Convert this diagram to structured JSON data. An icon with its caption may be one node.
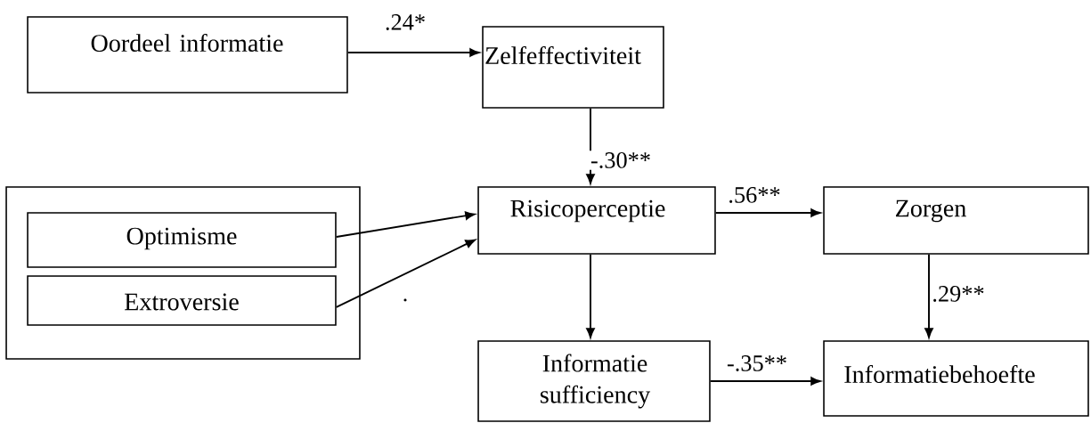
{
  "diagram": {
    "nodes": [
      {
        "text": [
          "Oordeel informatie"
        ]
      },
      {
        "text": [
          "Zelfeffectiviteit"
        ]
      },
      {
        "text": [],
        "shape": "box"
      },
      {
        "text": [
          "Optimisme"
        ],
        "in": 2
      },
      {
        "text": [
          "Extroversie"
        ],
        "in": 2
      },
      {
        "text": [
          "Risicoperceptie"
        ]
      },
      {
        "text": [
          "Zorgen"
        ]
      },
      {
        "text": [
          "Informatie sufficiency"
        ]
      },
      {
        "text": [
          "Informatiebehoefte"
        ]
      }
    ],
    "edges": [
      {
        "from": 0,
        "to": 1,
        "arrow": "to",
        "label": ".24*"
      },
      {
        "from": 1,
        "to": 5,
        "arrow": "to",
        "label": "-.30**"
      },
      {
        "from": 3,
        "to": 5,
        "arrow": "to"
      },
      {
        "from": 4,
        "to": 5,
        "arrow": "to"
      },
      {
        "from": 5,
        "to": 6,
        "arrow": "to",
        "label": ".56**"
      },
      {
        "from": 5,
        "to": 7,
        "arrow": "to"
      },
      {
        "from": 6,
        "to": 8,
        "arrow": "to",
        "label": ".29**"
      },
      {
        "from": 7,
        "to": 8,
        "arrow": "to",
        "label": "-.35**"
      }
    ],
    "labels": [
      "."
    ]
  }
}
